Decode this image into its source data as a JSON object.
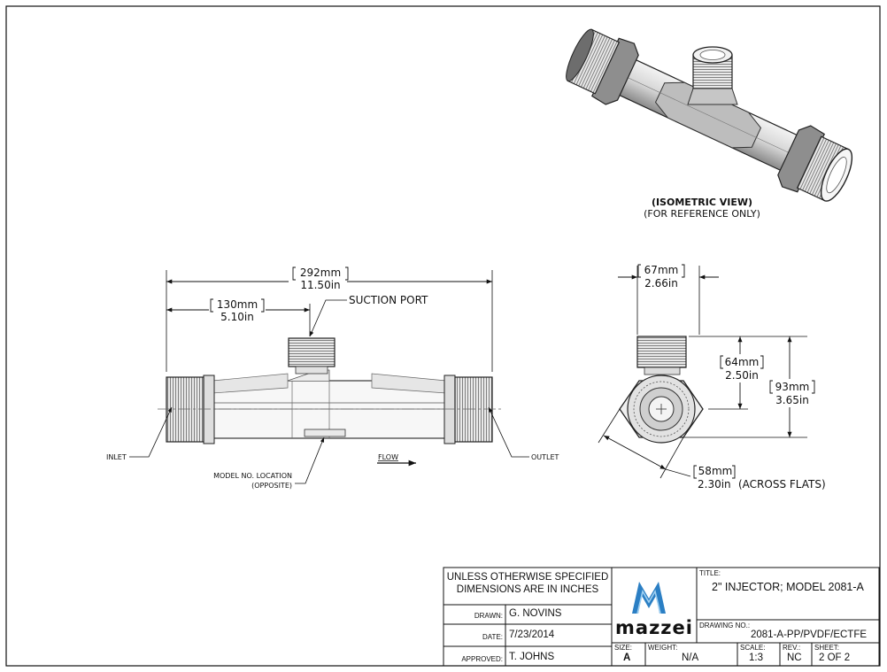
{
  "isometric": {
    "title": "(ISOMETRIC VIEW)",
    "note": "(FOR REFERENCE ONLY)"
  },
  "front_view": {
    "overall_mm": "292mm",
    "overall_in": "11.50in",
    "port_mm": "130mm",
    "port_in": "5.10in",
    "suction_port": "SUCTION PORT",
    "inlet": "INLET",
    "outlet": "OUTLET",
    "flow": "FLOW",
    "model_loc_1": "MODEL NO. LOCATION",
    "model_loc_2": "(OPPOSITE)"
  },
  "end_view": {
    "width_mm": "67mm",
    "width_in": "2.66in",
    "h1_mm": "64mm",
    "h1_in": "2.50in",
    "h2_mm": "93mm",
    "h2_in": "3.65in",
    "flats_mm": "58mm",
    "flats_in": "2.30in",
    "flats_note": "(ACROSS FLATS)"
  },
  "title_block": {
    "spec_line1": "UNLESS OTHERWISE SPECIFIED",
    "spec_line2": "DIMENSIONS ARE IN INCHES",
    "drawn_label": "DRAWN:",
    "drawn_value": "G. NOVINS",
    "date_label": "DATE:",
    "date_value": "7/23/2014",
    "approved_label": "APPROVED:",
    "approved_value": "T. JOHNS",
    "brand": "mazzei",
    "title_label": "TITLE:",
    "title_value": "2\" INJECTOR; MODEL 2081-A",
    "drawing_no_label": "DRAWING NO.:",
    "drawing_no_value": "2081-A-PP/PVDF/ECTFE",
    "size_label": "SIZE:",
    "size_value": "A",
    "weight_label": "WEIGHT:",
    "weight_value": "N/A",
    "scale_label": "SCALE:",
    "scale_value": "1:3",
    "rev_label": "REV.:",
    "rev_value": "NC",
    "sheet_label": "SHEET:",
    "sheet_value": "2 OF 2"
  },
  "colors": {
    "logo": "#2b7fc4",
    "line": "#111111"
  }
}
